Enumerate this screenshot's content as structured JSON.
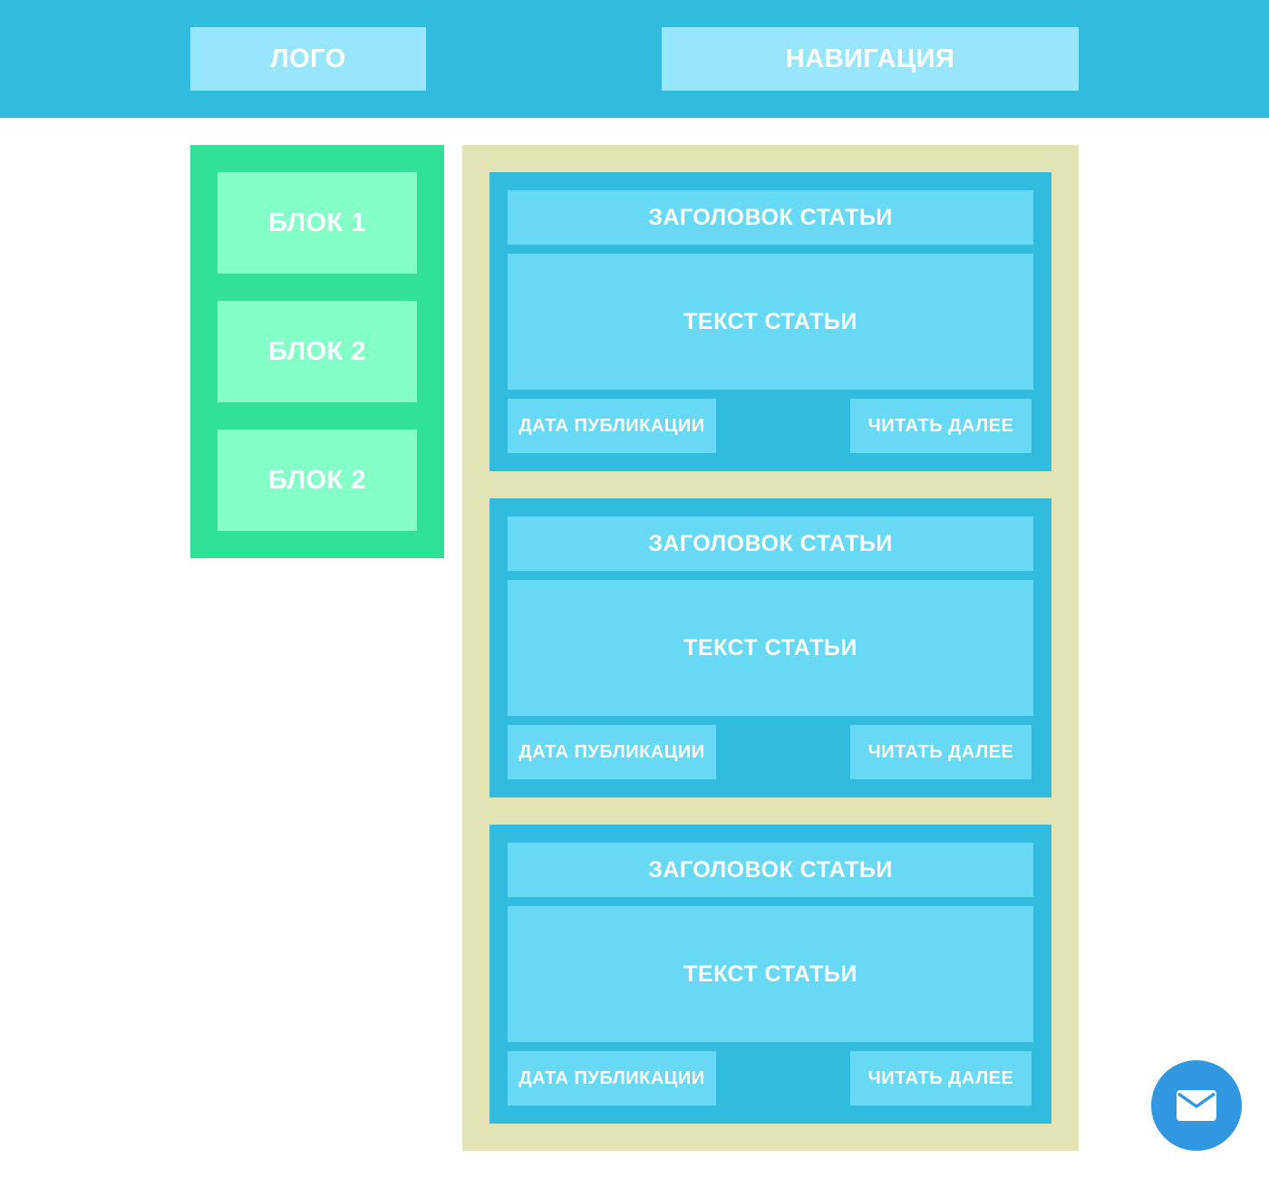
{
  "header": {
    "logo_label": "ЛОГО",
    "nav_label": "НАВИГАЦИЯ"
  },
  "sidebar": {
    "blocks": [
      {
        "label": "БЛОК 1"
      },
      {
        "label": "БЛОК 2"
      },
      {
        "label": "БЛОК 2"
      }
    ]
  },
  "main": {
    "articles": [
      {
        "title": "ЗАГОЛОВОК СТАТЬИ",
        "text": "ТЕКСТ СТАТЬИ",
        "date": "ДАТА ПУБЛИКАЦИИ",
        "read_more": "ЧИТАТЬ ДАЛЕЕ"
      },
      {
        "title": "ЗАГОЛОВОК СТАТЬИ",
        "text": "ТЕКСТ СТАТЬИ",
        "date": "ДАТА ПУБЛИКАЦИИ",
        "read_more": "ЧИТАТЬ ДАЛЕЕ"
      },
      {
        "title": "ЗАГОЛОВОК СТАТЬИ",
        "text": "ТЕКСТ СТАТЬИ",
        "date": "ДАТА ПУБЛИКАЦИИ",
        "read_more": "ЧИТАТЬ ДАЛЕЕ"
      }
    ]
  },
  "fab": {
    "icon": "mail-icon"
  },
  "colors": {
    "header_bg": "#31bbdf",
    "header_block": "#98e6fb",
    "sidebar_bg": "#31e197",
    "sidebar_block": "#84ffc7",
    "main_bg": "#e2e4b6",
    "article_bg": "#31bbdf",
    "article_block": "#68d9f4",
    "fab_bg": "#3197e1"
  }
}
